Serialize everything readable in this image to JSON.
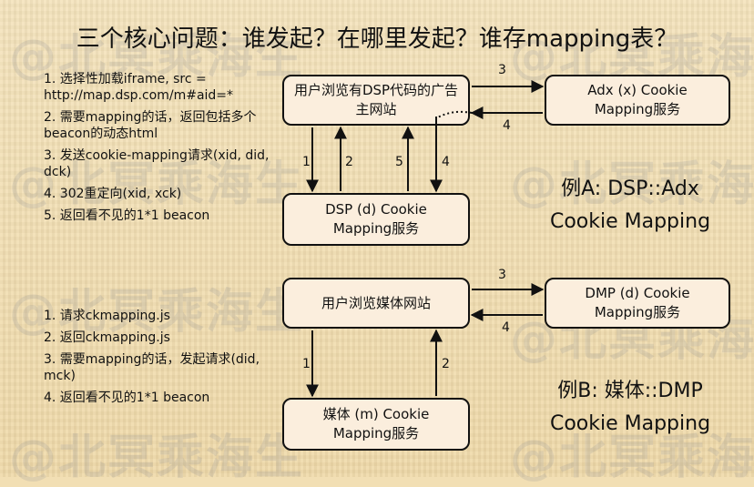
{
  "title": "三个核心问题：谁发起？在哪里发起？谁存mapping表？",
  "watermark": "@北冥乘海生",
  "section_a": {
    "steps": [
      "1. 选择性加载iframe, src = http://map.dsp.com/m#aid=*",
      "2. 需要mapping的话，返回包括多个beacon的动态html",
      "3. 发送cookie-mapping请求(xid, did, dck)",
      "4. 302重定向(xid, xck)",
      "5. 返回看不见的1*1 beacon"
    ],
    "boxes": {
      "user": "用户浏览有DSP代码的广告主网站",
      "dsp": "DSP (d) Cookie Mapping服务",
      "adx": "Adx (x) Cookie Mapping服务"
    },
    "arrow_labels": [
      "1",
      "2",
      "5",
      "4",
      "3",
      "4"
    ],
    "example_line1": "例A: DSP::Adx",
    "example_line2": "Cookie Mapping"
  },
  "section_b": {
    "steps": [
      "1. 请求ckmapping.js",
      "2. 返回ckmapping.js",
      "3. 需要mapping的话，发起请求(did, mck)",
      "4. 返回看不见的1*1 beacon"
    ],
    "boxes": {
      "user": "用户浏览媒体网站",
      "dmp": "DMP (d) Cookie Mapping服务",
      "media": "媒体 (m) Cookie Mapping服务"
    },
    "arrow_labels": [
      "1",
      "2",
      "3",
      "4"
    ],
    "example_line1": "例B: 媒体::DMP",
    "example_line2": "Cookie Mapping"
  }
}
